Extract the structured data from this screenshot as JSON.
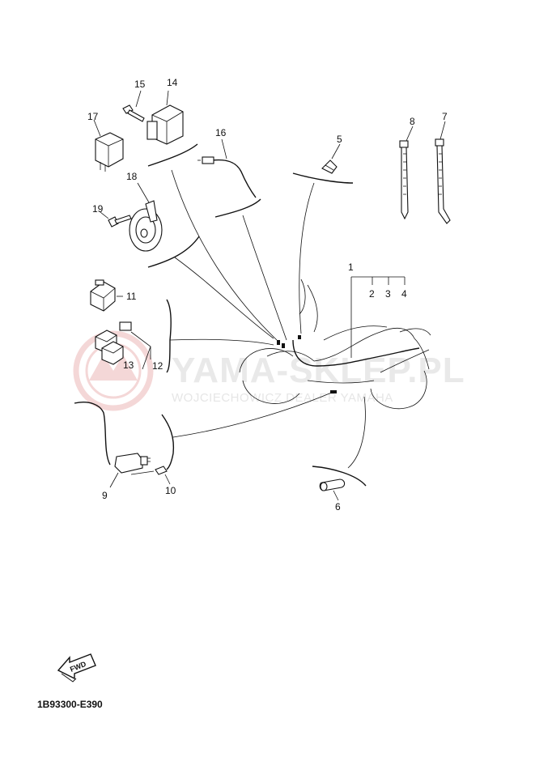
{
  "watermark": {
    "brand": "YAMA-SKLEP.PL",
    "tagline": "WOJCIECHOWICZ DEALER YAMAHA",
    "logo_color": "#e7a7a7"
  },
  "callouts": {
    "p1": "1",
    "p2": "2",
    "p3": "3",
    "p4": "4",
    "p5": "5",
    "p6": "6",
    "p7": "7",
    "p8": "8",
    "p9": "9",
    "p10": "10",
    "p11": "11",
    "p12": "12",
    "p13": "13",
    "p14": "14",
    "p15": "15",
    "p16": "16",
    "p17": "17",
    "p18": "18",
    "p19": "19"
  },
  "fwd_label": "FWD",
  "diagram_code": "1B93300-E390"
}
